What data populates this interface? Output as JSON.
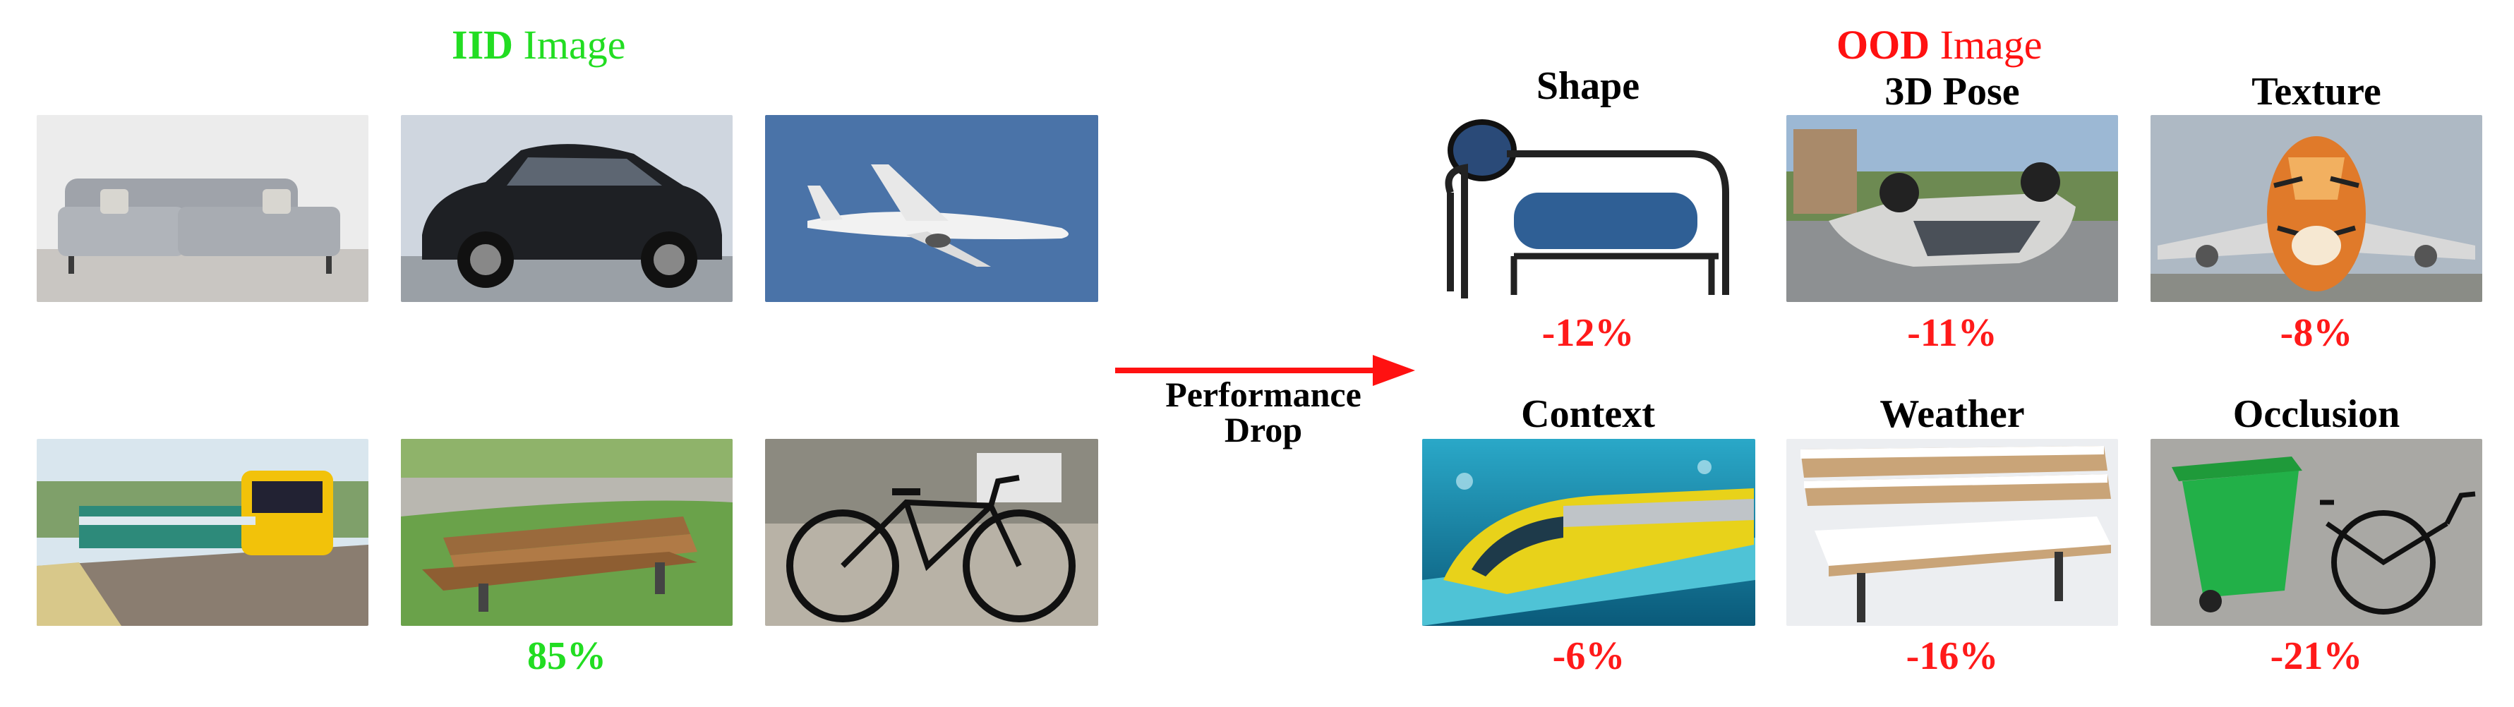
{
  "iid": {
    "title_bold": "IID",
    "title_rest": " Image",
    "accuracy": "85%"
  },
  "ood": {
    "title_bold": "OOD",
    "title_rest": " Image",
    "items": [
      {
        "label": "Shape",
        "drop": "-12%"
      },
      {
        "label": "3D Pose",
        "drop": "-11%"
      },
      {
        "label": "Texture",
        "drop": "-8%"
      },
      {
        "label": "Context",
        "drop": "-6%"
      },
      {
        "label": "Weather",
        "drop": "-16%"
      },
      {
        "label": "Occlusion",
        "drop": "-21%"
      }
    ]
  },
  "arrow": {
    "line1": "Performance",
    "line2": "Drop"
  },
  "colors": {
    "iid": "#22dd22",
    "ood": "#ff1111"
  }
}
